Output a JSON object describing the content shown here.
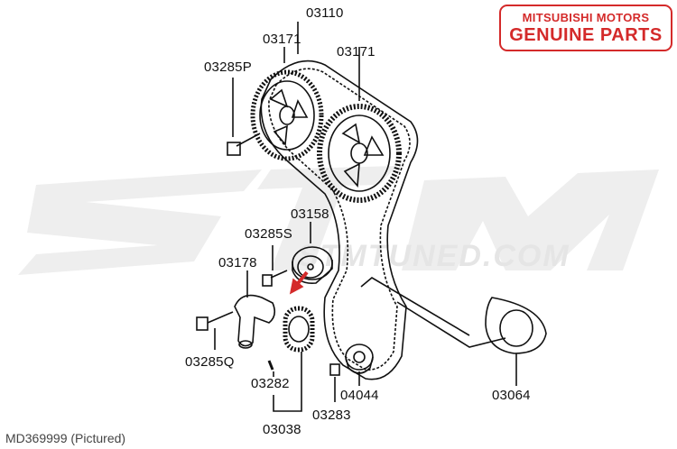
{
  "badge": {
    "line1": "MITSUBISHI MOTORS",
    "line2": "GENUINE PARTS"
  },
  "watermark": {
    "text": "STMTUNED.COM"
  },
  "caption": "MD369999 (Pictured)",
  "labels": {
    "belt": "03110",
    "sprocket_left": "03171",
    "sprocket_right": "03171",
    "bolt_sprocket": "03285P",
    "tensioner_pulley": "03158",
    "bolt_pulley": "03285S",
    "tensioner_arm": "03178",
    "bolt_arm": "03285Q",
    "pin": "03282",
    "crank_sprocket": "03038",
    "idler": "04044",
    "nut": "03283",
    "flange": "03064"
  },
  "colors": {
    "brand": "#d42a2a",
    "line": "#111111",
    "watermark": "#e6e6e6"
  }
}
